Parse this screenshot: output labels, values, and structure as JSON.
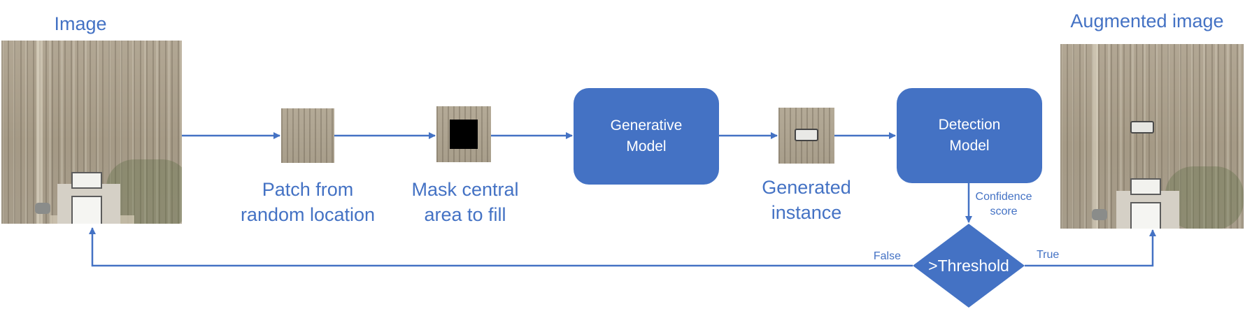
{
  "labels": {
    "image": "Image",
    "augmented_image": "Augmented image",
    "patch": "Patch from\nrandom location",
    "mask": "Mask central\narea to fill",
    "generated": "Generated\ninstance",
    "confidence": "Confidence\nscore",
    "false": "False",
    "true": "True"
  },
  "nodes": {
    "generative_model": "Generative\nModel",
    "detection_model": "Detection\nModel",
    "threshold": ">Threshold"
  },
  "colors": {
    "accent": "#4472c4",
    "text_on_accent": "#ffffff"
  }
}
